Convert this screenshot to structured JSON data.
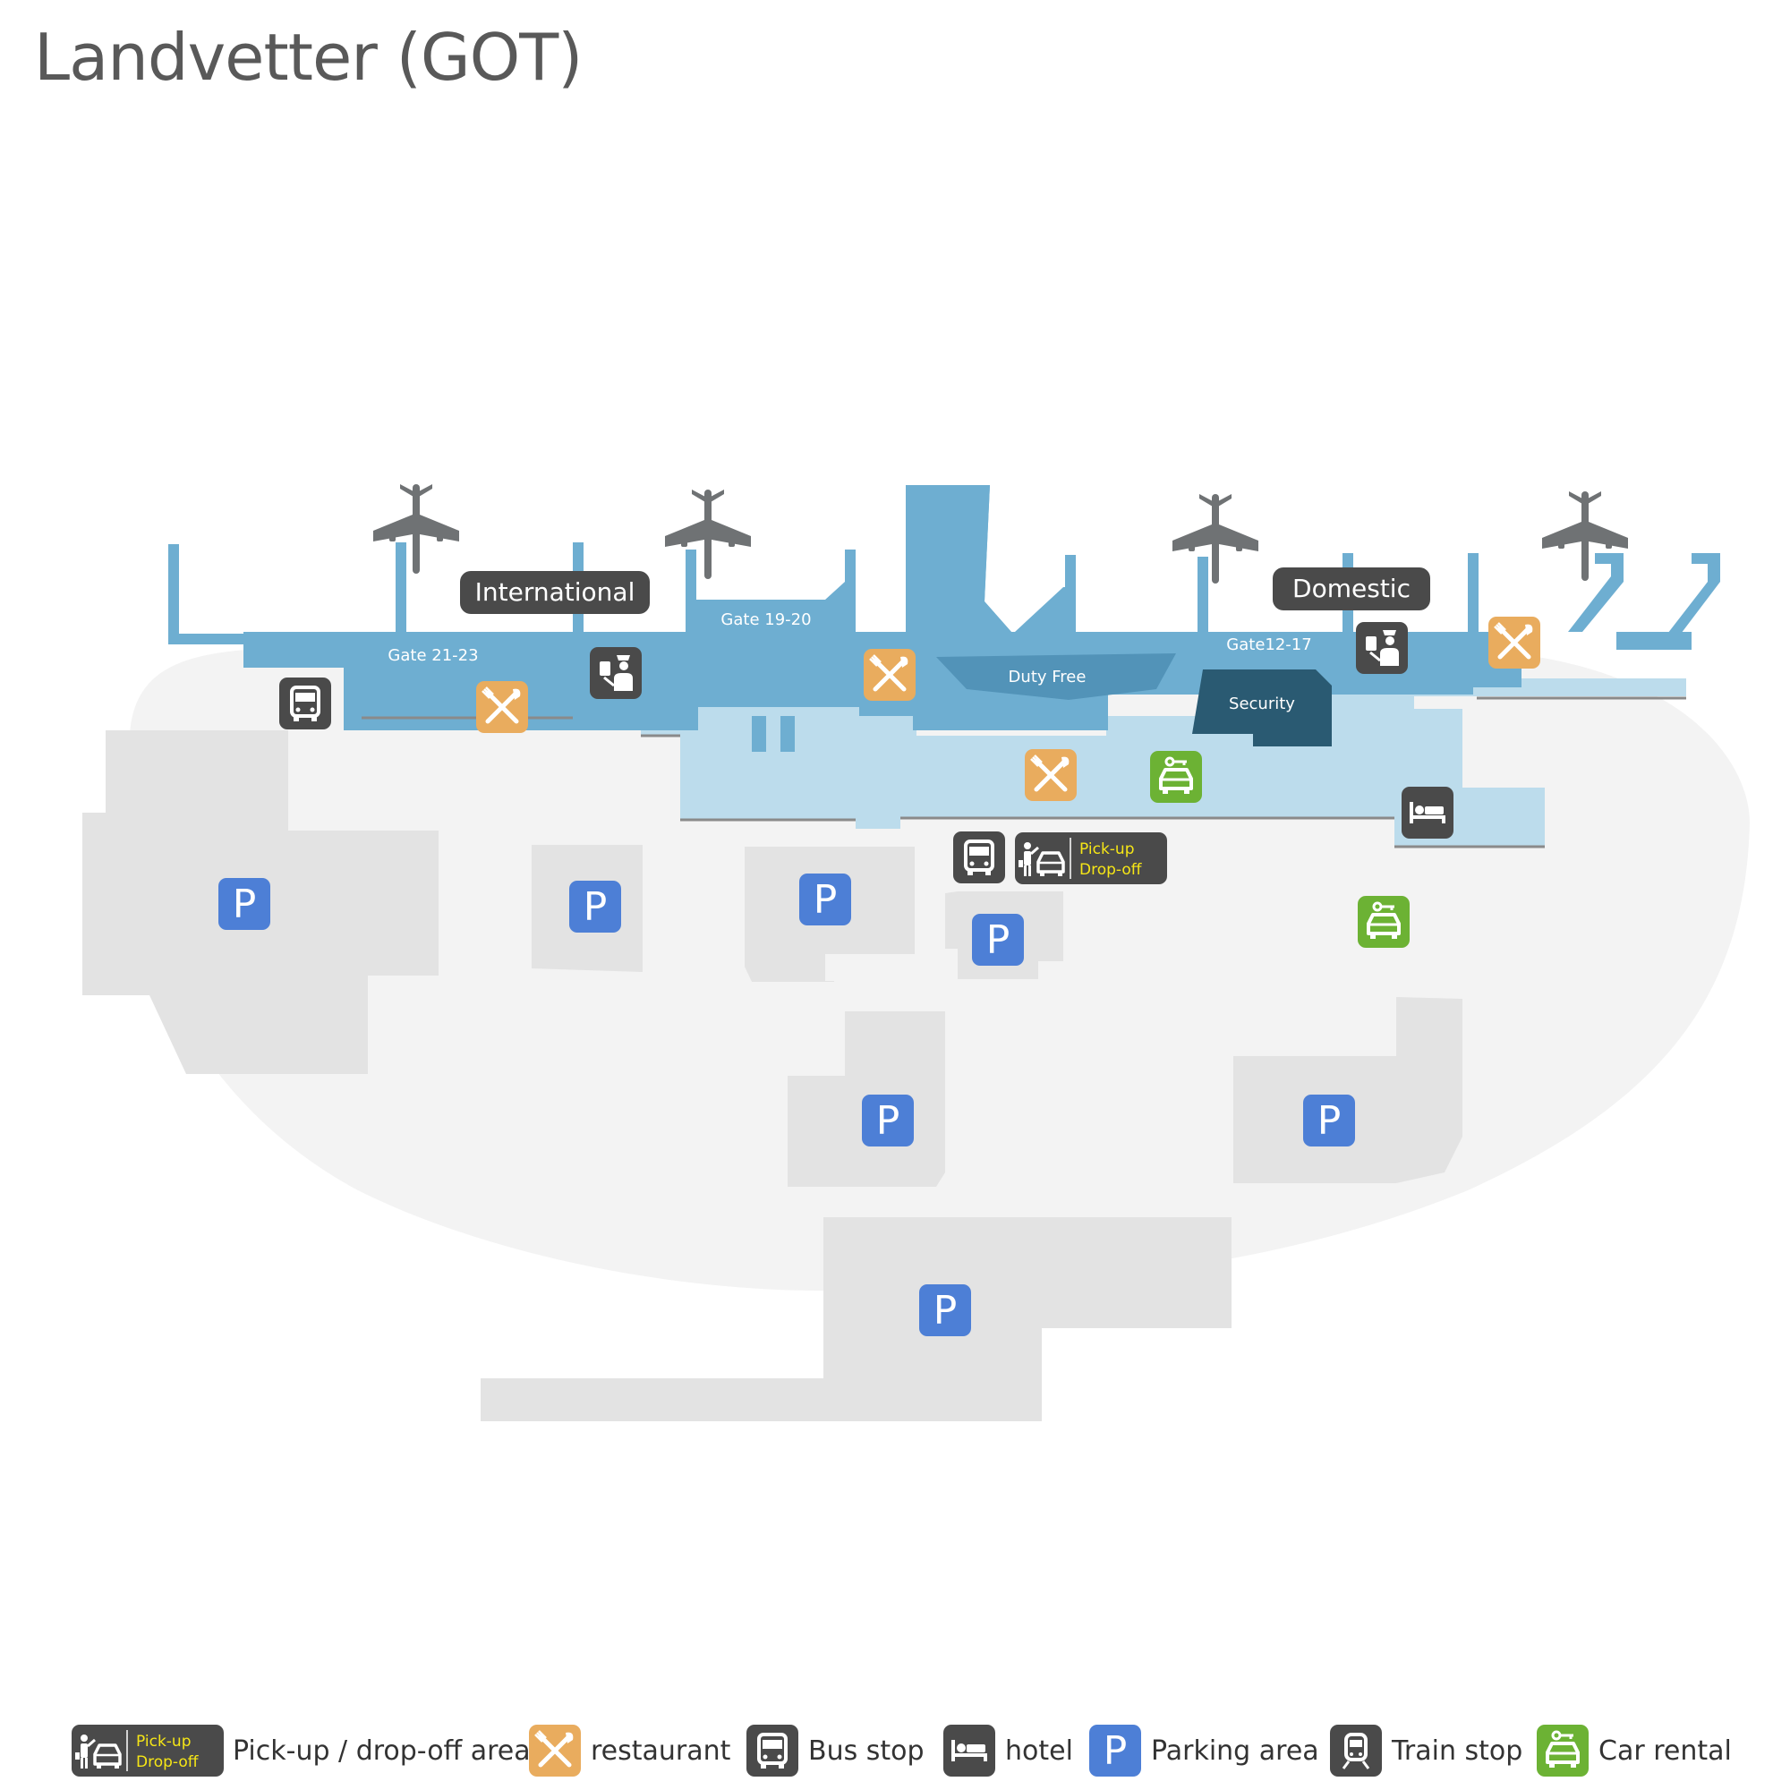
{
  "title": "Landvetter (GOT)",
  "terminals": {
    "international": "International",
    "domestic": "Domestic"
  },
  "gates": {
    "gate_21_23": "Gate 21-23",
    "gate_19_20": "Gate 19-20",
    "gate_12_17": "Gate12-17"
  },
  "areas": {
    "duty_free": "Duty Free",
    "security": "Security"
  },
  "pickup_badge": {
    "line1": "Pick-up",
    "line2": "Drop-off"
  },
  "legend": {
    "pickup": "Pick-up / drop-off area",
    "restaurant": "restaurant",
    "bus": "Bus stop",
    "hotel": "hotel",
    "parking": "Parking area",
    "train": "Train stop",
    "car_rental": "Car rental"
  },
  "icons": {
    "airplane": "airplane-icon",
    "restaurant": "fork-knife-icon",
    "bus": "bus-icon",
    "hotel": "bed-icon",
    "parking": "parking-icon",
    "train": "train-icon",
    "car_rental": "car-key-icon",
    "customs": "customs-officer-icon",
    "pickup": "person-car-icon"
  },
  "colors": {
    "terminal_main": "#6eaed1",
    "terminal_light": "#bcdcec",
    "duty_free": "#5293b8",
    "security": "#2a5a72",
    "ground": "#f3f3f3",
    "parking_lot": "#e3e3e3",
    "parking_icon": "#4d7fd6",
    "restaurant_icon": "#e9ac5e",
    "dark_icon": "#4a4a4a",
    "car_rental_icon": "#6cb234",
    "badge_text": "#f6e616",
    "airplane": "#6f7274"
  }
}
